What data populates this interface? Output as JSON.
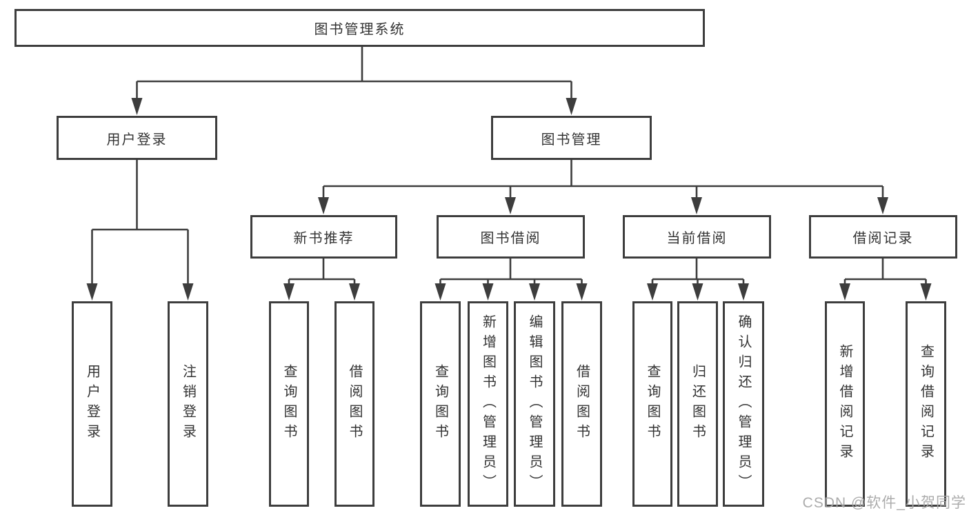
{
  "diagram": {
    "title_node": {
      "label": "图书管理系统"
    },
    "level2": [
      {
        "label": "用户登录"
      },
      {
        "label": "图书管理"
      }
    ],
    "level3": [
      {
        "label": "新书推荐"
      },
      {
        "label": "图书借阅"
      },
      {
        "label": "当前借阅"
      },
      {
        "label": "借阅记录"
      }
    ],
    "leaves": {
      "user_login": [
        "用户登录",
        "注销登录"
      ],
      "new_book_recommend": [
        "查询图书",
        "借阅图书"
      ],
      "book_borrow": [
        "查询图书",
        "新增图书（管理员）",
        "编辑图书（管理员）",
        "借阅图书"
      ],
      "current_borrow": [
        "查询图书",
        "归还图书",
        "确认归还（管理员）"
      ],
      "borrow_records": [
        "新增借阅记录",
        "查询借阅记录"
      ]
    },
    "line_color": "#3d3d3d"
  },
  "watermark": {
    "text": "CSDN @软件_小贺同学"
  }
}
